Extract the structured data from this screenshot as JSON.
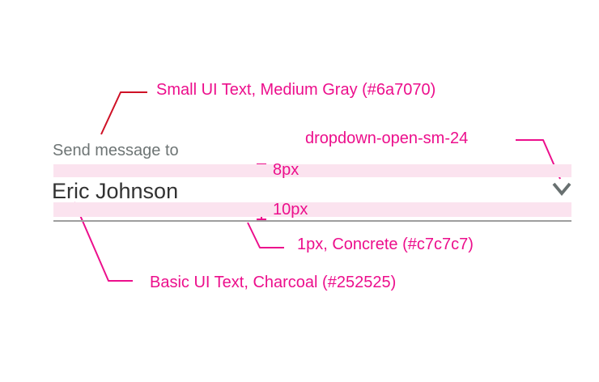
{
  "field": {
    "label": "Send message to",
    "value": "Eric Johnson",
    "chevron_icon_name": "dropdown-open-sm-24"
  },
  "annotations": {
    "label_spec": "Small UI Text, Medium Gray (#6a7070)",
    "icon_name": "dropdown-open-sm-24",
    "gap_above_value": "8px",
    "gap_below_value": "10px",
    "divider_spec": "1px, Concrete (#c7c7c7)",
    "value_spec": "Basic UI Text, Charcoal (#252525)"
  },
  "colors": {
    "annotation_pink": "#ec0f8c",
    "leader_red": "#cf1126",
    "highlight_pink": "#fbe3ef",
    "medium_gray": "#6a7070",
    "charcoal": "#252525",
    "concrete": "#c7c7c7"
  }
}
